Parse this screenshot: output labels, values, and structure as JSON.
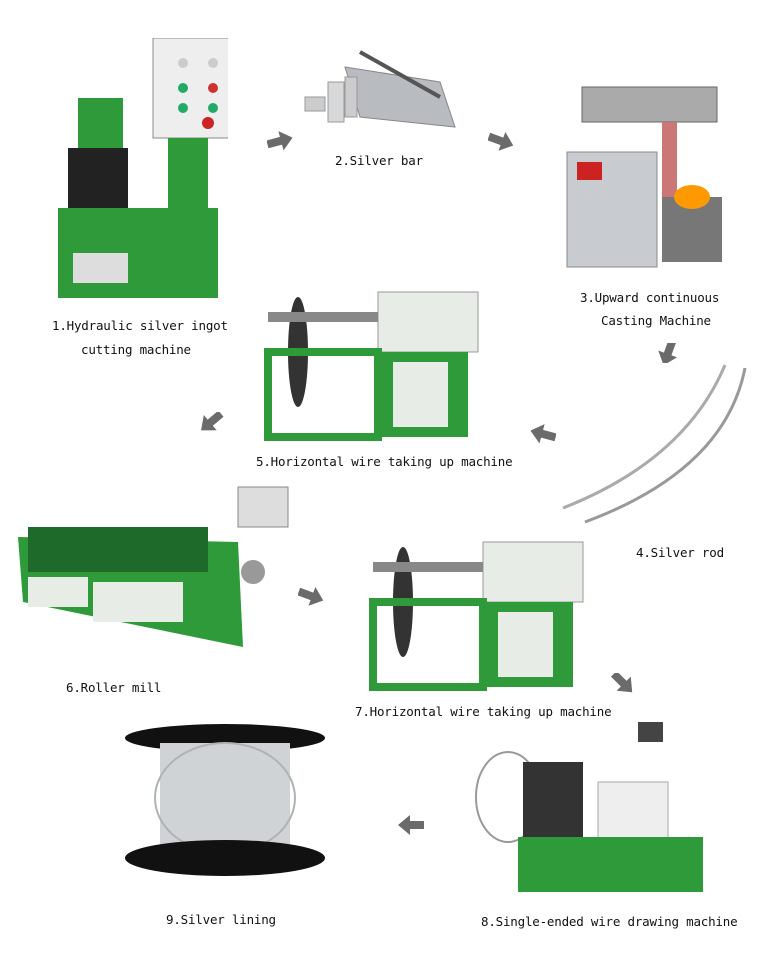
{
  "steps": [
    {
      "label": "1.Hydraulic silver ingot",
      "label2": "cutting machine"
    },
    {
      "label": "2.Silver bar"
    },
    {
      "label": "3.Upward continuous",
      "label2": "Casting Machine"
    },
    {
      "label": "4.Silver rod"
    },
    {
      "label": "5.Horizontal wire taking up machine"
    },
    {
      "label": "6.Roller mill"
    },
    {
      "label": "7.Horizontal wire taking up machine"
    },
    {
      "label": "8.Single-ended wire drawing machine"
    },
    {
      "label": "9.Silver lining"
    }
  ],
  "colors": {
    "machine_green": "#2e9a3a",
    "arrow": "#6b6b6b",
    "cabinet": "#e8ece6"
  }
}
